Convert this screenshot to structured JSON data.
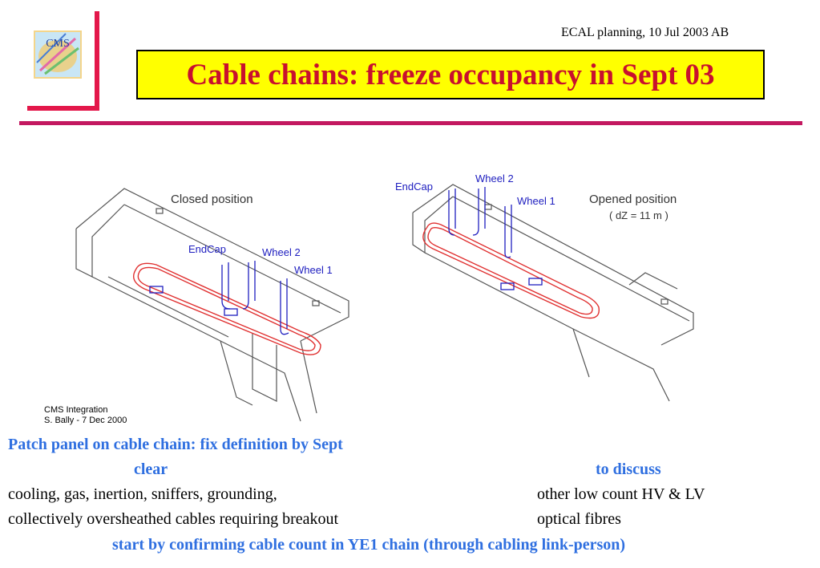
{
  "header": {
    "note": "ECAL planning, 10 Jul  2003 AB",
    "title": "Cable chains: freeze occupancy in Sept 03",
    "logo_text": "CMS",
    "accent_color": "#e3174a",
    "rule_color": "#c31860",
    "title_bg": "#ffff00",
    "title_color": "#c8102e"
  },
  "figure": {
    "left": {
      "caption": "Closed position",
      "labels": {
        "endcap": "EndCap",
        "wheel2": "Wheel 2",
        "wheel1": "Wheel 1"
      },
      "credit_line1": "CMS Integration",
      "credit_line2": "S. Bally - 7 Dec 2000"
    },
    "right": {
      "caption": "Opened position",
      "subcaption": "( dZ = 11 m )",
      "labels": {
        "endcap": "EndCap",
        "wheel2": "Wheel 2",
        "wheel1": "Wheel 1"
      }
    }
  },
  "body": {
    "line1": "Patch panel on cable chain:   fix definition by Sept",
    "clear_label": "clear",
    "discuss_label": "to discuss",
    "clear_items": [
      "cooling, gas, inertion, sniffers, grounding,",
      "collectively oversheathed cables requiring breakout"
    ],
    "discuss_items": [
      "other low count HV & LV",
      "optical fibres"
    ],
    "footer": "start by confirming cable count in YE1 chain (through cabling link-person)"
  }
}
